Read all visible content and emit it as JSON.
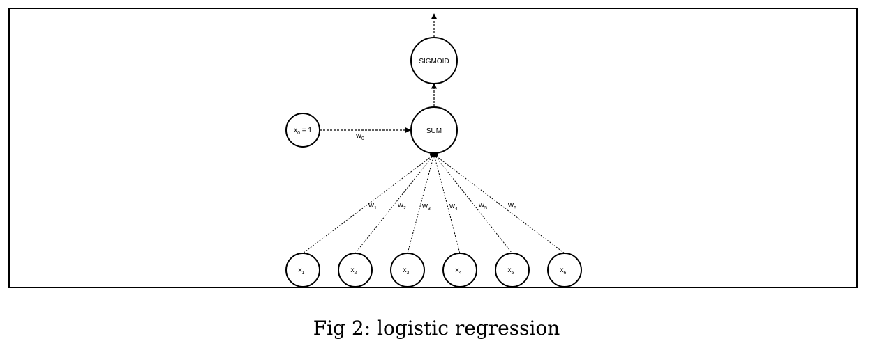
{
  "diagram": {
    "nodes": {
      "sigmoid": "SIGMOID",
      "sum": "SUM",
      "bias": {
        "name": "x",
        "sub": "0",
        "suffix": " = 1"
      },
      "inputs": [
        {
          "name": "x",
          "sub": "1"
        },
        {
          "name": "x",
          "sub": "2"
        },
        {
          "name": "x",
          "sub": "3"
        },
        {
          "name": "x",
          "sub": "4"
        },
        {
          "name": "x",
          "sub": "5"
        },
        {
          "name": "x",
          "sub": "6"
        }
      ]
    },
    "weights": {
      "bias": {
        "name": "w",
        "sub": "0"
      },
      "inputs": [
        {
          "name": "w",
          "sub": "1"
        },
        {
          "name": "w",
          "sub": "2"
        },
        {
          "name": "w",
          "sub": "3"
        },
        {
          "name": "w",
          "sub": "4"
        },
        {
          "name": "w",
          "sub": "5"
        },
        {
          "name": "w",
          "sub": "6"
        }
      ]
    }
  },
  "caption": "Fig 2: logistic regression"
}
